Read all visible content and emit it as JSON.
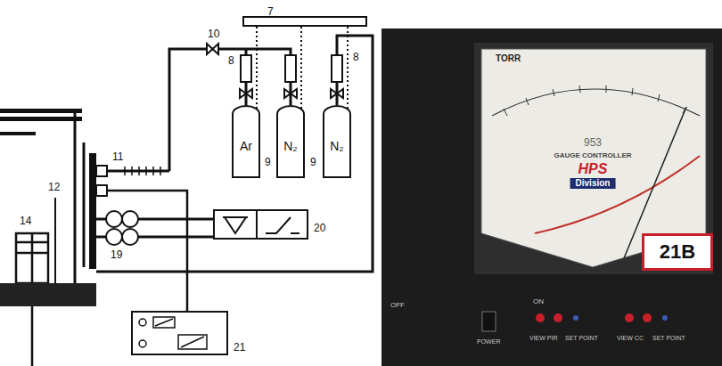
{
  "diagram": {
    "nodes": [
      {
        "text": [
          "7"
        ]
      },
      {
        "text": [
          "Ar"
        ]
      },
      {
        "text": [
          "N₂"
        ]
      },
      {
        "text": [
          "N₂"
        ]
      },
      {
        "text": [
          "21B"
        ]
      }
    ],
    "edges": [
      {
        "from": 0,
        "to": 1,
        "arrow": "none"
      },
      {
        "from": 0,
        "to": 2,
        "arrow": "none"
      },
      {
        "from": 0,
        "to": 3,
        "arrow": "none"
      }
    ],
    "labels": [
      "10",
      "8",
      "8",
      "9",
      "9",
      "11",
      "12",
      "14",
      "19",
      "20",
      "21",
      "TORR",
      "953",
      "GAUGE CONTROLLER",
      "HPS",
      "Division",
      "OFF",
      "ON",
      "POWER",
      "VIEW PIR",
      "SET POINT",
      "VIEW CC",
      "SET POINT"
    ]
  }
}
